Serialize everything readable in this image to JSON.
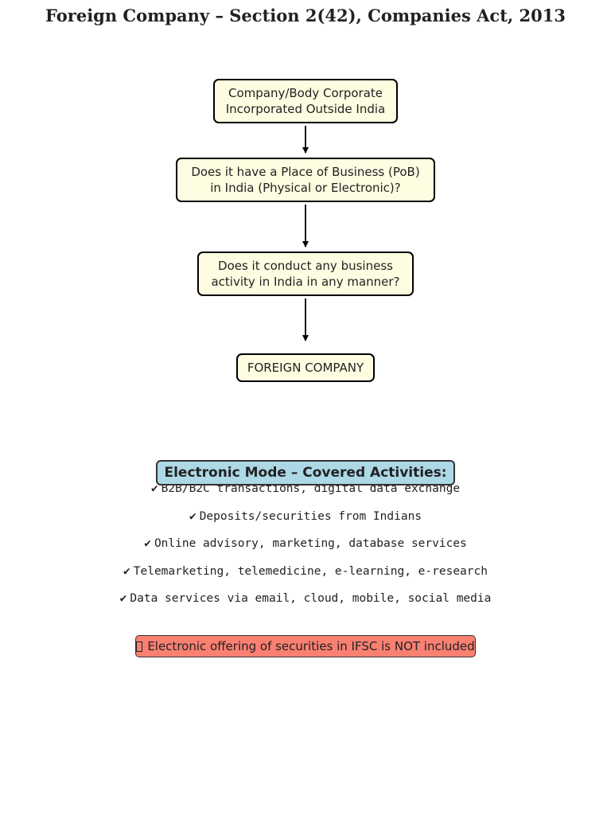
{
  "title": "Foreign Company – Section 2(42), Companies Act, 2013",
  "flowchart": {
    "nodes": [
      {
        "id": "node-1",
        "label": "Company/Body Corporate\nIncorporated Outside India"
      },
      {
        "id": "node-2",
        "label": "Does it have a Place of Business (PoB)\nin India (Physical or Electronic)?"
      },
      {
        "id": "node-3",
        "label": "Does it conduct any business\nactivity in India in any manner?"
      },
      {
        "id": "node-4",
        "label": "FOREIGN COMPANY"
      }
    ],
    "edges": [
      {
        "from": "node-1",
        "to": "node-2"
      },
      {
        "from": "node-2",
        "to": "node-3"
      },
      {
        "from": "node-3",
        "to": "node-4"
      }
    ],
    "node_fill": "#fffde1",
    "edge_color": "#000000"
  },
  "electronic_mode": {
    "heading": "Electronic Mode – Covered Activities:",
    "heading_color": "#add8e6",
    "check_symbol": "✔",
    "items": [
      "B2B/B2C transactions, digital data exchange",
      "Deposits/securities from Indians",
      "Online advisory, marketing, database services",
      "Telemarketing, telemedicine, e-learning, e-research",
      "Data services via email, cloud, mobile, social media"
    ]
  },
  "exclusion": {
    "icon": "missing-glyph-icon",
    "text": "Electronic offering of securities in IFSC is NOT included",
    "color": "#fa8072"
  }
}
